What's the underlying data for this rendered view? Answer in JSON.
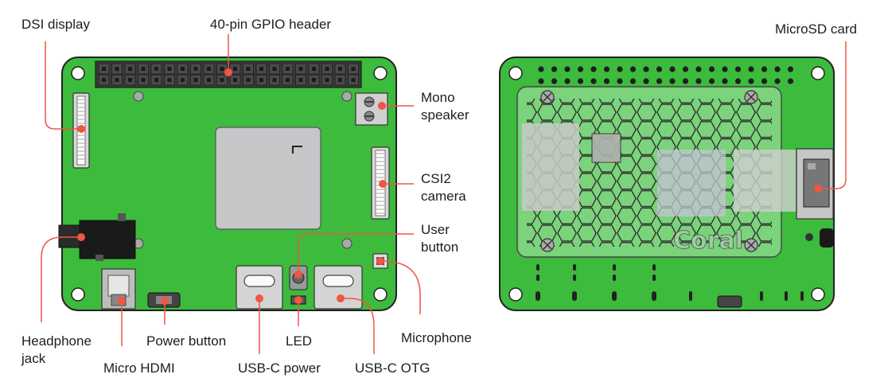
{
  "colors": {
    "board_green": "#3dbb3d",
    "board_outline": "#222222",
    "callout_red": "#f05545",
    "pin_dark": "#333333",
    "shield_gray": "#c4c6c8"
  },
  "front_labels": {
    "dsi_display": "DSI display",
    "gpio_header": "40-pin GPIO header",
    "mono_speaker_line1": "Mono",
    "mono_speaker_line2": "speaker",
    "csi2_camera_line1": "CSI2",
    "csi2_camera_line2": "camera",
    "user_button_line1": "User",
    "user_button_line2": "button",
    "microphone": "Microphone",
    "headphone_jack_line1": "Headphone",
    "headphone_jack_line2": "jack",
    "power_button": "Power button",
    "micro_hdmi": "Micro HDMI",
    "led": "LED",
    "usb_c_power": "USB-C power",
    "usb_c_otg": "USB-C OTG"
  },
  "back_labels": {
    "microsd_card": "MicroSD card",
    "cover_logo": "Coral"
  }
}
